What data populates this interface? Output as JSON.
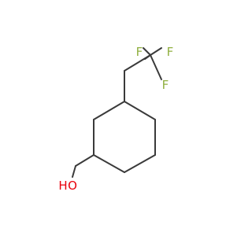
{
  "molecule": {
    "atoms": {
      "f_top_left": "F",
      "f_top_right": "F",
      "f_right": "F",
      "hydroxyl_o": "O",
      "hydroxyl_h": "H"
    },
    "colors": {
      "bond": "#3a3a3a",
      "fluorine": "#90b040",
      "oxygen": "#e8000b"
    }
  }
}
